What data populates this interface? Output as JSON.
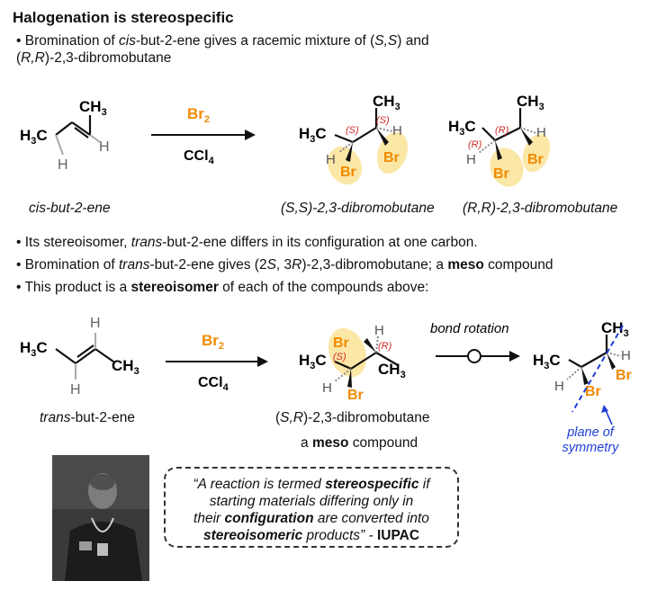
{
  "title": "Halogenation is stereospecific",
  "bullet1": {
    "line1_pre": "Bromination of ",
    "line1_it": "cis",
    "line1_post": "-but-2-ene gives a racemic mixture of (",
    "line1_ss": "S,S",
    "line1_end": ") and",
    "line2_pre": "(",
    "line2_rr": "R,R",
    "line2_post": ")-2,3-dibromobutane"
  },
  "reaction1": {
    "reagent_top": "Br",
    "reagent_top_sub": "2",
    "reagent_bottom": "CCl",
    "reagent_bottom_sub": "4",
    "start_caption": "cis-but-2-ene",
    "product1_caption": "(S,S)-2,3-dibromobutane",
    "product2_caption": "(R,R)-2,3-dibromobutane"
  },
  "bullets2": {
    "b1_pre": "Its stereoisomer, ",
    "b1_it": "trans",
    "b1_post": "-but-2-ene differs in its configuration at one carbon.",
    "b2_pre": "Bromination of ",
    "b2_it": "trans",
    "b2_mid": "-but-2-ene gives (2",
    "b2_s": "S",
    "b2_mid2": ", 3",
    "b2_r": "R",
    "b2_post": ")-2,3-dibromobutane; a ",
    "b2_bold": "meso",
    "b2_end": " compound",
    "b3_pre": "This product is a ",
    "b3_bold": "stereoisomer",
    "b3_post": " of each of the compounds above:"
  },
  "reaction2": {
    "reagent_top": "Br",
    "reagent_top_sub": "2",
    "reagent_bottom": "CCl",
    "reagent_bottom_sub": "4",
    "start_caption_it": "trans",
    "start_caption_post": "-but-2-ene",
    "product_caption_pre": "(",
    "product_caption_sr": "S,R",
    "product_caption_post": ")-2,3-dibromobutane",
    "meso_pre": "a ",
    "meso_bold": "meso",
    "meso_post": " compound",
    "rotation_label": "bond rotation",
    "plane_label_1": "plane of",
    "plane_label_2": "symmetry"
  },
  "labels": {
    "s": "(S)",
    "r": "(R)",
    "br": "Br",
    "h": "H",
    "h3c": "H",
    "h3c_sub": "3",
    "h3c_c": "C",
    "ch3_c": "CH",
    "ch3_sub": "3"
  },
  "quote": {
    "l1_pre": "“A reaction is termed ",
    "l1_bold": "stereospecific",
    "l1_post": " if",
    "l2": "starting materials differing only in",
    "l3_pre": "their ",
    "l3_bold": "configuration",
    "l3_post": " are converted into",
    "l4_bold": "stereoisomeric",
    "l4_post": " products” - ",
    "l4_src": "IUPAC"
  },
  "colors": {
    "br": "#f08a00",
    "highlight": "#fbe7a6",
    "stereo_label": "#d12a2a",
    "plane": "#1f3fd6",
    "arrow": "#111111"
  }
}
